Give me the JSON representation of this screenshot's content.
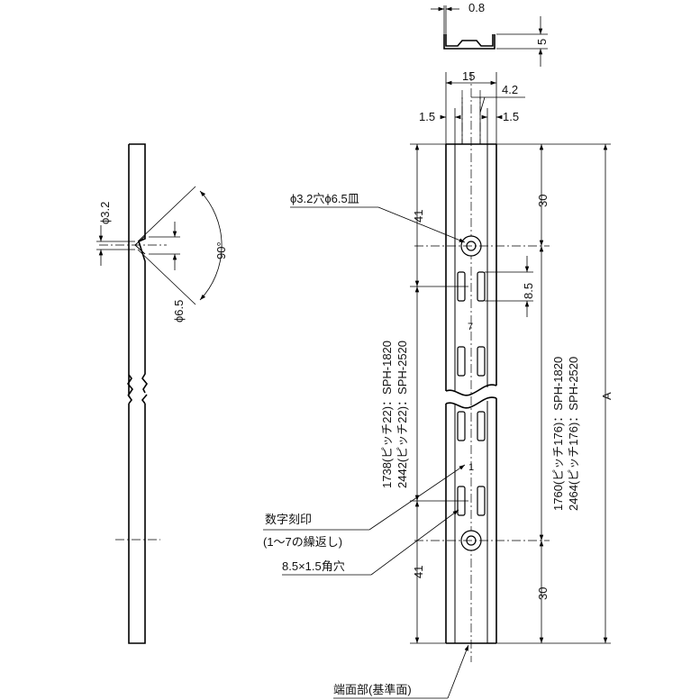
{
  "dimensions": {
    "thickness": "0.8",
    "depth": "5",
    "width": "15",
    "inner_width": "4.2",
    "edge_left": "1.5",
    "edge_right": "1.5",
    "offset_top_right": "30",
    "offset_top_left": "41",
    "slot_length": "8.5",
    "offset_bottom_right": "30",
    "offset_bottom_left": "41",
    "overall": "A",
    "hole_dia": "ϕ3.2",
    "countersink_dia": "ϕ6.5",
    "countersink_angle": "90°"
  },
  "labels": {
    "hole_callout": "ϕ3.2穴ϕ6.5皿",
    "pitch_left_1": "1738(ピッチ22)：SPH-1820",
    "pitch_left_2": "2442(ピッチ22)：SPH-2520",
    "pitch_right_1": "1760(ピッチ176)：SPH-1820",
    "pitch_right_2": "2464(ピッチ176)：SPH-2520",
    "engraving_1": "数字刻印",
    "engraving_2": "(1～7の繰返し)",
    "slot_callout": "8.5×1.5角穴",
    "end_face": "端面部(基準面)",
    "engraved_7": "7",
    "engraved_1": "1"
  }
}
